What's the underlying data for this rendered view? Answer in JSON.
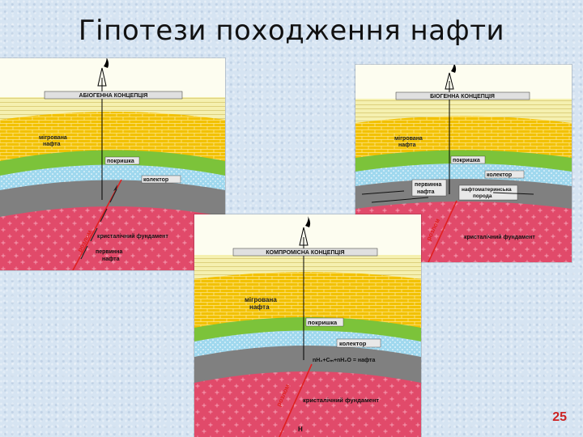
{
  "slide": {
    "title": "Гіпотези походження нафти",
    "page_number": "25"
  },
  "colors": {
    "sand": "#f5f0b0",
    "yellow_bricks": "#f2c100",
    "cap_green": "#7cc33a",
    "reservoir_blue": "#9fd8ee",
    "source_gray": "#808080",
    "basement_red": "#e14a6a",
    "fault_red": "#e02020"
  },
  "panels": {
    "biogenic": {
      "header": "АБІОГЕННА КОНЦЕПЦІЯ",
      "migrated_oil": [
        "мігрована",
        "нафта"
      ],
      "cap": "покришка",
      "collector": "колектор",
      "fault": "розлом",
      "basement": "кристалічний фундамент",
      "primary_oil": [
        "первинна",
        "нафта"
      ]
    },
    "abiogenic": {
      "header": "БІОГЕННА КОНЦЕПЦІЯ",
      "migrated_oil": [
        "мігрована",
        "нафта"
      ],
      "cap": "покришка",
      "collector": "колектор",
      "primary_oil": [
        "первинна",
        "нафта"
      ],
      "source_rock": [
        "нафтоматеринська",
        "порода"
      ],
      "fault": "розлом",
      "basement": "кристалічний фундамент"
    },
    "combined": {
      "header": "КОМПРОМІСНА КОНЦЕПЦІЯ",
      "migrated_oil": [
        "мігрована",
        "нафта"
      ],
      "cap": "покришка",
      "collector": "колектор",
      "reaction": "nH₂+Cₘ+nH₂O = нафта",
      "fault": "розлом",
      "basement": "кристалічний фундамент",
      "hydrogen": "H"
    }
  }
}
